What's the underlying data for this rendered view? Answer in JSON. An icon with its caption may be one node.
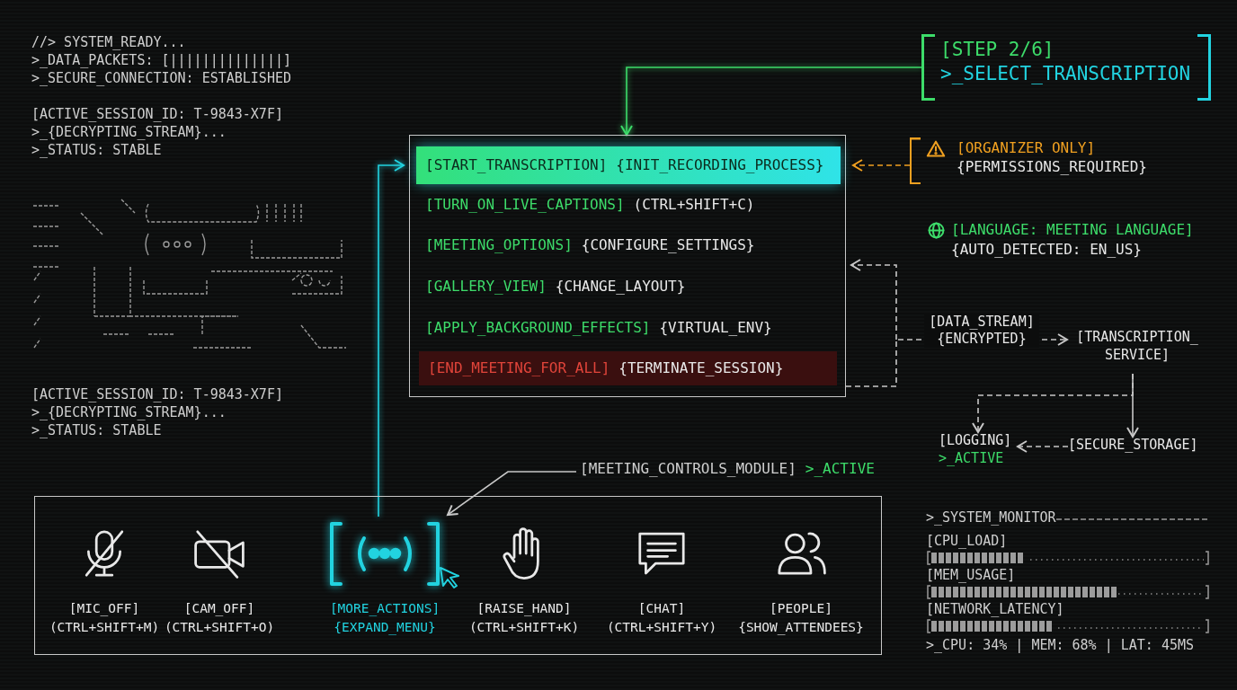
{
  "diagram": {
    "nodes": [
      {
        "text": [
          "[STEP 2/6]",
          ">_SELECT_TRANSCRIPTION"
        ]
      },
      {
        "text": [],
        "shape": "box"
      },
      {
        "text": [
          "[START_TRANSCRIPTION]",
          "{INIT_RECORDING_PROCESS}"
        ],
        "in": 1
      },
      {
        "text": [
          "[TURN_ON_LIVE_CAPTIONS]",
          "(CTRL+SHIFT+C)"
        ],
        "in": 1
      },
      {
        "text": [
          "[MEETING_OPTIONS]",
          "{CONFIGURE_SETTINGS}"
        ],
        "in": 1
      },
      {
        "text": [
          "[GALLERY_VIEW]",
          "{CHANGE_LAYOUT}"
        ],
        "in": 1
      },
      {
        "text": [
          "[APPLY_BACKGROUND_EFFECTS]",
          "{VIRTUAL_ENV}"
        ],
        "in": 1
      },
      {
        "text": [
          "[END_MEETING_FOR_ALL]",
          "{TERMINATE_SESSION}"
        ],
        "in": 1
      },
      {
        "text": [
          "[ORGANIZER ONLY]",
          "{PERMISSIONS_REQUIRED}"
        ]
      },
      {
        "text": [
          "[TRANSCRIPTION_ SERVICE]"
        ]
      },
      {
        "text": [
          "[SECURE_STORAGE]"
        ]
      },
      {
        "text": [
          "[LOGGING]",
          ">_ACTIVE"
        ]
      },
      {
        "text": [],
        "shape": "box"
      },
      {
        "text": [
          "[MIC_OFF]",
          "(CTRL+SHIFT+M)"
        ],
        "in": 12
      },
      {
        "text": [
          "[CAM_OFF]",
          "(CTRL+SHIFT+O)"
        ],
        "in": 12
      },
      {
        "text": [
          "[MORE_ACTIONS]",
          "{EXPAND_MENU}"
        ],
        "in": 12
      },
      {
        "text": [
          "[RAISE_HAND]",
          "(CTRL+SHIFT+K)"
        ],
        "in": 12
      },
      {
        "text": [
          "[CHAT]",
          "(CTRL+SHIFT+Y)"
        ],
        "in": 12
      },
      {
        "text": [
          "[PEOPLE]",
          "{SHOW_ATTENDEES}"
        ],
        "in": 12
      },
      {
        "text": [
          "[MEETING_CONTROLS_MODULE]",
          ">_ACTIVE"
        ]
      }
    ],
    "edges": [
      {
        "from": 0,
        "to": 1,
        "arrow": "to",
        "color": "#3ddc6a"
      },
      {
        "from": 8,
        "to": 2,
        "arrow": "to",
        "style": "dashed",
        "color": "#f0a020"
      },
      {
        "from": 15,
        "to": 2,
        "arrow": "to",
        "color": "#22d3e0"
      },
      {
        "from": 1,
        "to": 9,
        "arrow": "to",
        "style": "dashed",
        "label": "[DATA_STREAM] {ENCRYPTED}"
      },
      {
        "from": null,
        "to": 1,
        "arrow": "to",
        "style": "dashed"
      },
      {
        "from": 9,
        "to": 11,
        "arrow": "to",
        "style": "dashed"
      },
      {
        "from": 9,
        "to": 10,
        "arrow": "to"
      },
      {
        "from": 10,
        "to": 11,
        "arrow": "to",
        "style": "dashed"
      },
      {
        "from": 19,
        "to": 15,
        "arrow": "to"
      }
    ],
    "labels": [
      "//> SYSTEM_READY...",
      ">_DATA_PACKETS: [||||||||||||||]",
      ">_SECURE_CONNECTION: ESTABLISHED",
      "[ACTIVE_SESSION_ID: T-9843-X7F]",
      ">_{DECRYPTING_STREAM}...",
      ">_STATUS: STABLE",
      "[ACTIVE_SESSION_ID: T-9843-X7F]",
      ">_{DECRYPTING_STREAM}...",
      ">_STATUS: STABLE",
      "[LANGUAGE: MEETING LANGUAGE]",
      "{AUTO_DETECTED: EN_US}",
      ">_SYSTEM_MONITOR",
      "[CPU_LOAD]",
      "[MEM_USAGE]",
      "[NETWORK_LATENCY]",
      ">_CPU: 34% | MEM: 68% | LAT: 45MS"
    ]
  }
}
